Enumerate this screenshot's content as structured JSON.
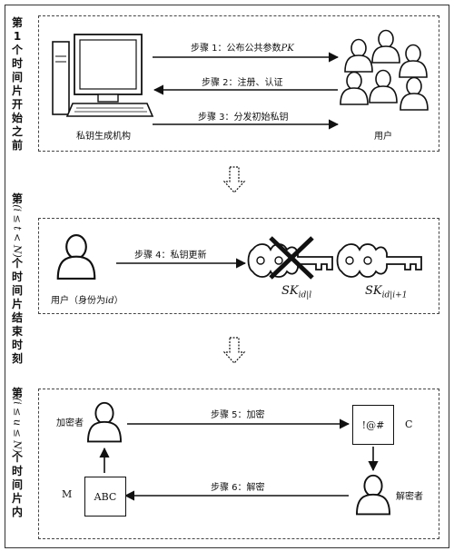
{
  "side_labels": {
    "s1": "第 1 个时间片开始之前",
    "s2_a": "第",
    "s2_rot": "(i ≤ t < N)",
    "s2_b": "个时间片结束时刻",
    "s3_a": "第",
    "s3_rot": "(i ≤ u ≤ N)",
    "s3_b": "个时间片内"
  },
  "panel1": {
    "step1": "步骤 1：公布公共参数",
    "step1_pk": "PK",
    "step2": "步骤 2：注册、认证",
    "step3": "步骤 3：分发初始私钥",
    "left_label": "私钥生成机构",
    "right_label": "用户"
  },
  "panel2": {
    "step4": "步骤 4：私钥更新",
    "user_label_a": "用户（身份为",
    "user_label_id": "id",
    "user_label_b": "）",
    "key_old": "SK",
    "key_old_sub": "id|l",
    "key_new": "SK",
    "key_new_sub": "id|i+1"
  },
  "panel3": {
    "encryptor": "加密者",
    "step5": "步骤 5：加密",
    "cipher_box": "!@#",
    "cipher_label": "C",
    "decryptor": "解密者",
    "step6": "步骤 6：解密",
    "plain_box": "ABC",
    "plain_label": "M"
  }
}
